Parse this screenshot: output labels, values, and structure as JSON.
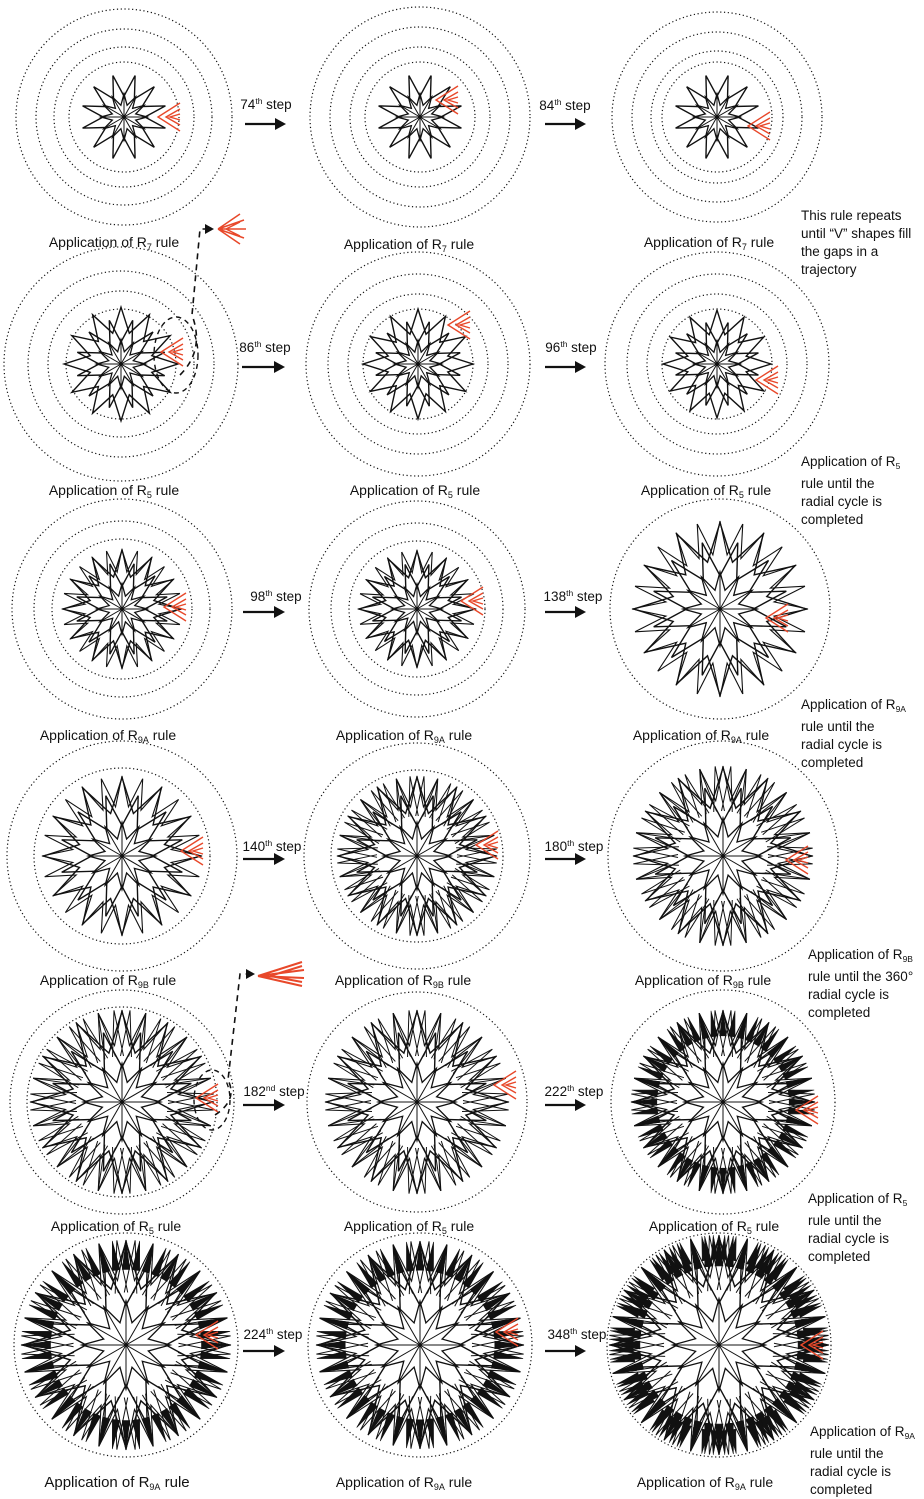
{
  "rows": [
    {
      "captions": [
        {
          "text": "Application of R",
          "sub": "7",
          "tail": " rule"
        },
        {
          "text": "Application of R",
          "sub": "7",
          "tail": " rule"
        },
        {
          "text": "Application of R",
          "sub": "7",
          "tail": " rule"
        }
      ],
      "steps": [
        {
          "num": "74",
          "sup": "th",
          "word": " step"
        },
        {
          "num": "84",
          "sup": "th",
          "word": " step"
        }
      ],
      "note": {
        "text": "This rule repeats\nuntil “V” shapes fill\nthe gaps in a\ntrajectory",
        "sub": "",
        "rest": ""
      }
    },
    {
      "captions": [
        {
          "text": "Application of R",
          "sub": "5",
          "tail": " rule"
        },
        {
          "text": "Application of R",
          "sub": "5",
          "tail": " rule"
        },
        {
          "text": "Application of R",
          "sub": "5",
          "tail": " rule"
        }
      ],
      "steps": [
        {
          "num": "86",
          "sup": "th",
          "word": " step"
        },
        {
          "num": "96",
          "sup": "th",
          "word": " step"
        }
      ],
      "note": {
        "text": "Application of R",
        "sub": "5",
        "rest": "\nrule until the\nradial cycle is\ncompleted"
      }
    },
    {
      "captions": [
        {
          "text": "Application of R",
          "sub": "9A",
          "tail": " rule"
        },
        {
          "text": "Application of R",
          "sub": "9A",
          "tail": " rule"
        },
        {
          "text": "Application of R",
          "sub": "9A",
          "tail": " rule"
        }
      ],
      "steps": [
        {
          "num": "98",
          "sup": "th",
          "word": " step"
        },
        {
          "num": "138",
          "sup": "th",
          "word": " step"
        }
      ],
      "note": {
        "text": "Application of R",
        "sub": "9A",
        "rest": "\nrule until the\nradial cycle is\ncompleted"
      }
    },
    {
      "captions": [
        {
          "text": "Application of R",
          "sub": "9B",
          "tail": " rule"
        },
        {
          "text": "Application of R",
          "sub": "9B",
          "tail": " rule"
        },
        {
          "text": "Application of R",
          "sub": "9B",
          "tail": " rule"
        }
      ],
      "steps": [
        {
          "num": "140",
          "sup": "th",
          "word": " step"
        },
        {
          "num": "180",
          "sup": "th",
          "word": " step"
        }
      ],
      "note": {
        "text": "Application of R",
        "sub": "9B",
        "rest": "\nrule until the 360°\nradial cycle is\ncompleted"
      }
    },
    {
      "captions": [
        {
          "text": "Application of R",
          "sub": "5",
          "tail": " rule"
        },
        {
          "text": "Application of R",
          "sub": "5",
          "tail": " rule"
        },
        {
          "text": "Application of R",
          "sub": "5",
          "tail": " rule"
        }
      ],
      "steps": [
        {
          "num": "182",
          "sup": "nd",
          "word": " step"
        },
        {
          "num": "222",
          "sup": "th",
          "word": " step"
        }
      ],
      "note": {
        "text": "Application of R",
        "sub": "5",
        "rest": "\nrule until the\nradial cycle is\ncompleted"
      }
    },
    {
      "captions": [
        {
          "text": "Application of R",
          "sub": "9A",
          "tail": " rule"
        },
        {
          "text": "Application of R",
          "sub": "9A",
          "tail": " rule"
        },
        {
          "text": "Application of R",
          "sub": "9A",
          "tail": " rule"
        }
      ],
      "steps": [
        {
          "num": "224",
          "sup": "th",
          "word": " step"
        },
        {
          "num": "348",
          "sup": "th",
          "word": " step"
        }
      ],
      "note": {
        "text": "Application of R",
        "sub": "9A",
        "rest": "\nrule until the\nradial cycle is\ncompleted"
      }
    }
  ],
  "colors": {
    "line": "#111111",
    "highlight": "#e8482a"
  }
}
